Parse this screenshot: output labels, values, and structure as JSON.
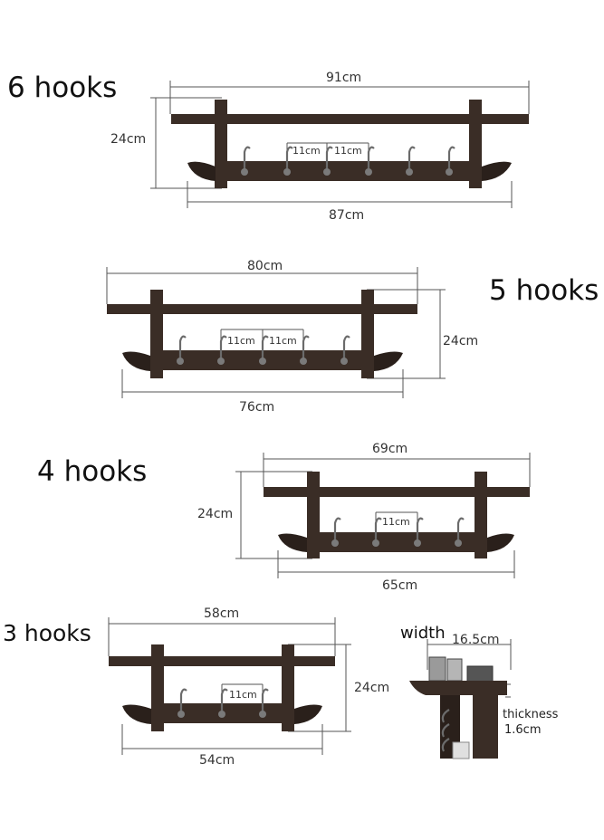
{
  "rack_6": {
    "title": "6 hooks",
    "width_top": "91cm",
    "width_bottom": "87cm",
    "height": "24cm",
    "spacing_1": "11cm",
    "spacing_2": "11cm"
  },
  "rack_5": {
    "title": "5 hooks",
    "width_top": "80cm",
    "width_bottom": "76cm",
    "height": "24cm",
    "spacing_1": "11cm",
    "spacing_2": "11cm"
  },
  "rack_4": {
    "title": "4 hooks",
    "width_top": "69cm",
    "width_bottom": "65cm",
    "height": "24cm",
    "spacing_1": "11cm"
  },
  "rack_3": {
    "title": "3 hooks",
    "width_top": "58cm",
    "width_bottom": "54cm",
    "height": "24cm",
    "spacing_1": "11cm"
  },
  "side_detail": {
    "width_label": "width",
    "width_value": "16.5cm",
    "thickness_label": "thickness",
    "thickness_value": "1.6cm"
  },
  "colors": {
    "wood": "#3a2d26",
    "dimension_line": "#555555",
    "hook_metal": "#6b6b6b"
  }
}
